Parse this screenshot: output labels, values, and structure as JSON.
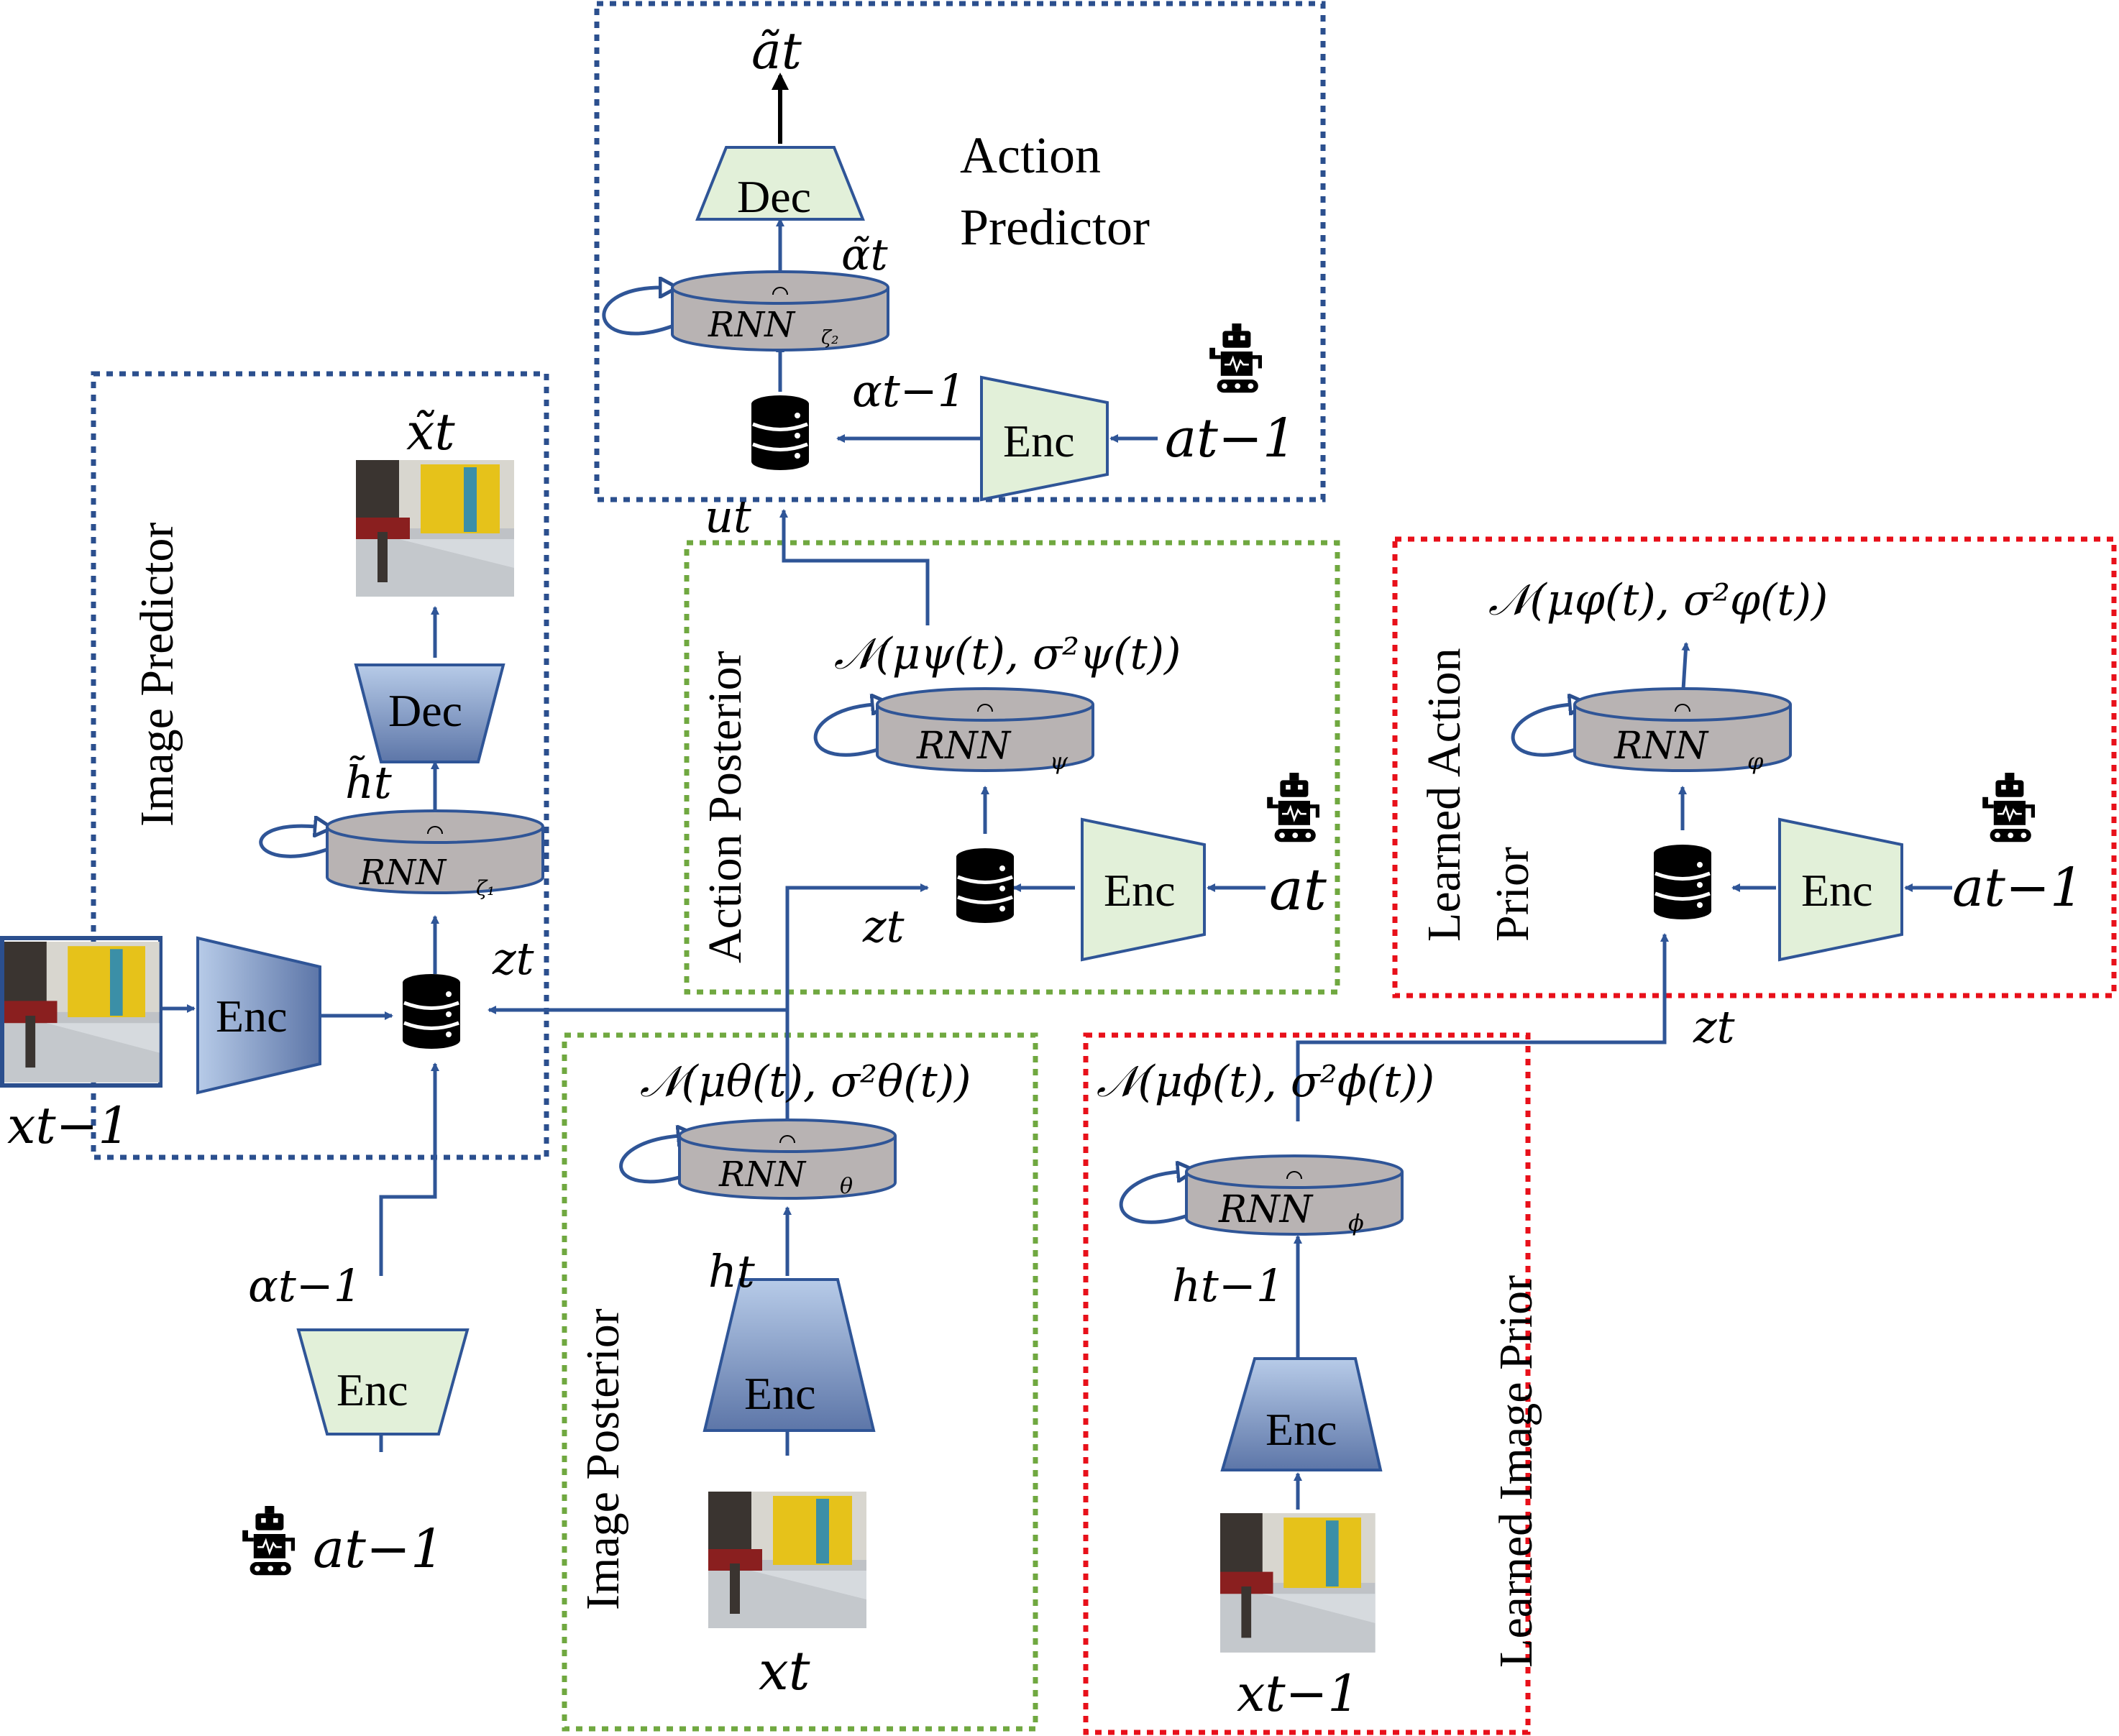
{
  "colors": {
    "blue_box": "#2b4f8e",
    "green_box": "#70a840",
    "red_box": "#e8101a",
    "arrow": "#2f5597",
    "enc_green": "#e2f0d9",
    "rnn_gray": "#b8b3b3",
    "image_enc_top": "#aabfdf",
    "image_enc_bottom": "#6f86b4",
    "black": "#000000"
  },
  "modules": {
    "image_predictor": {
      "title": "Image Predictor",
      "dec_label": "Dec",
      "enc_label": "Enc",
      "rnn_label": "RNN",
      "rnn_sub": "ζ₁"
    },
    "action_predictor": {
      "title_line1": "Action",
      "title_line2": "Predictor",
      "dec_label": "Dec",
      "enc_label": "Enc",
      "rnn_label": "RNN",
      "rnn_sub": "ζ₂"
    },
    "action_posterior": {
      "title": "Action Posterior",
      "enc_label": "Enc",
      "rnn_label": "RNN",
      "rnn_sub": "ψ",
      "dist_label": "𝒩(μψ(t), σ²ψ(t))"
    },
    "learned_action_prior": {
      "title_line1": "Learned Action",
      "title_line2": "Prior",
      "enc_label": "Enc",
      "rnn_label": "RNN",
      "rnn_sub": "φ",
      "dist_label": "𝒩(μφ(t), σ²φ(t))"
    },
    "image_posterior": {
      "title": "Image Posterior",
      "enc_label": "Enc",
      "rnn_label": "RNN",
      "rnn_sub": "θ",
      "dist_label": "𝒩(μθ(t), σ²θ(t))"
    },
    "learned_image_prior": {
      "title": "Learned Image  Prior",
      "enc_label": "Enc",
      "rnn_label": "RNN",
      "rnn_sub": "ϕ",
      "dist_label": "𝒩(μϕ(t), σ²ϕ(t))"
    },
    "bottom_action_encoder": {
      "enc_label": "Enc"
    }
  },
  "variables": {
    "x_tilde_t": "x̃t",
    "h_tilde_t": "h̃t",
    "x_t_minus_1": "xt−1",
    "z_t_pred": "zt",
    "alpha_t_minus_1_left": "αt−1",
    "a_t_minus_1_left": "at−1",
    "a_tilde_t": "ãt",
    "alpha_tilde_t": "α̃t",
    "alpha_t_minus_1_top": "αt−1",
    "a_t_minus_1_top": "at−1",
    "u_t": "ut",
    "z_t_post": "zt",
    "a_t": "at",
    "a_t_minus_1_right": "at−1",
    "z_t_right": "zt",
    "h_t": "ht",
    "x_t": "xt",
    "h_t_minus_1": "ht−1",
    "x_t_minus_1_bottom": "xt−1"
  },
  "icons": {
    "robot": "robot-icon",
    "database": "database-icon",
    "photo": "corridor-photo-thumbnail"
  }
}
